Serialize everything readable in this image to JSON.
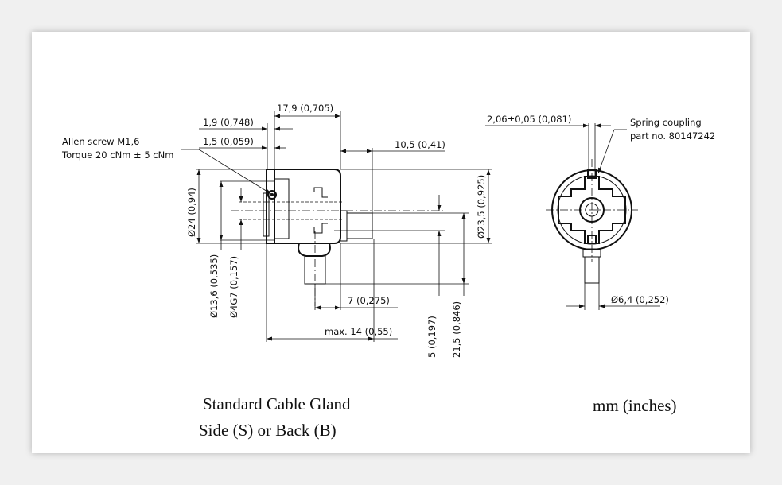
{
  "labels": {
    "allen_screw_line1": "Allen screw M1,6",
    "allen_screw_line2": "Torque 20 cNm ± 5 cNm",
    "spring_coupling_line1": "Spring coupling",
    "spring_coupling_line2": "part no. 80147242"
  },
  "dimensions": {
    "d_1_9": "1,9 (0,748)",
    "d_17_9": "17,9 (0,705)",
    "d_1_5": "1,5 (0,059)",
    "d_10_5": "10,5 (0,41)",
    "d_24": "Ø24 (0,94)",
    "d_23_5": "Ø23,5 (0,925)",
    "d_13_6": "Ø13,6 (0,535)",
    "d_4g7": "Ø4G7 (0,157)",
    "d_7": "7 (0,275)",
    "d_max14": "max. 14 (0,55)",
    "d_5": "5 (0,197)",
    "d_21_5": "21,5 (0,846)",
    "d_2_06": "2,06±0,05 (0,081)",
    "d_6_4": "Ø6,4 (0,252)"
  },
  "captions": {
    "line1": "Standard Cable Gland",
    "line2": "Side (S) or Back (B)",
    "units": "mm (inches)"
  }
}
